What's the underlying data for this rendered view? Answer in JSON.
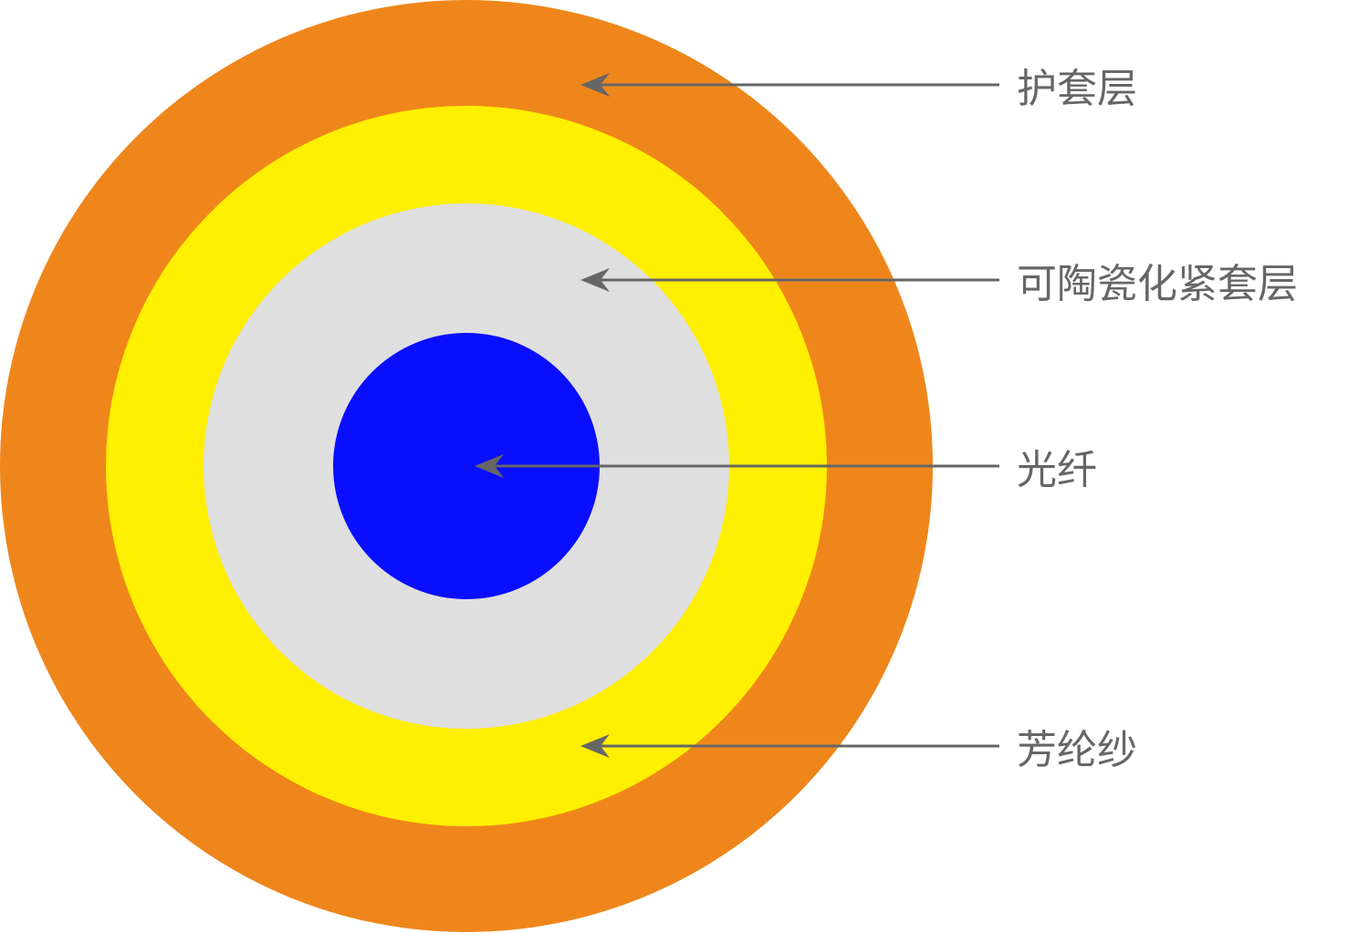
{
  "colors": {
    "jacket": "#EF861B",
    "aramid": "#FFEF00",
    "tight_buffer": "#DFDFDF",
    "fiber": "#0A0EFF",
    "label": "#666666"
  },
  "labels": {
    "jacket": "护套层",
    "tight_buffer": "可陶瓷化紧套层",
    "fiber": "光纤",
    "aramid": "芳纶纱"
  }
}
